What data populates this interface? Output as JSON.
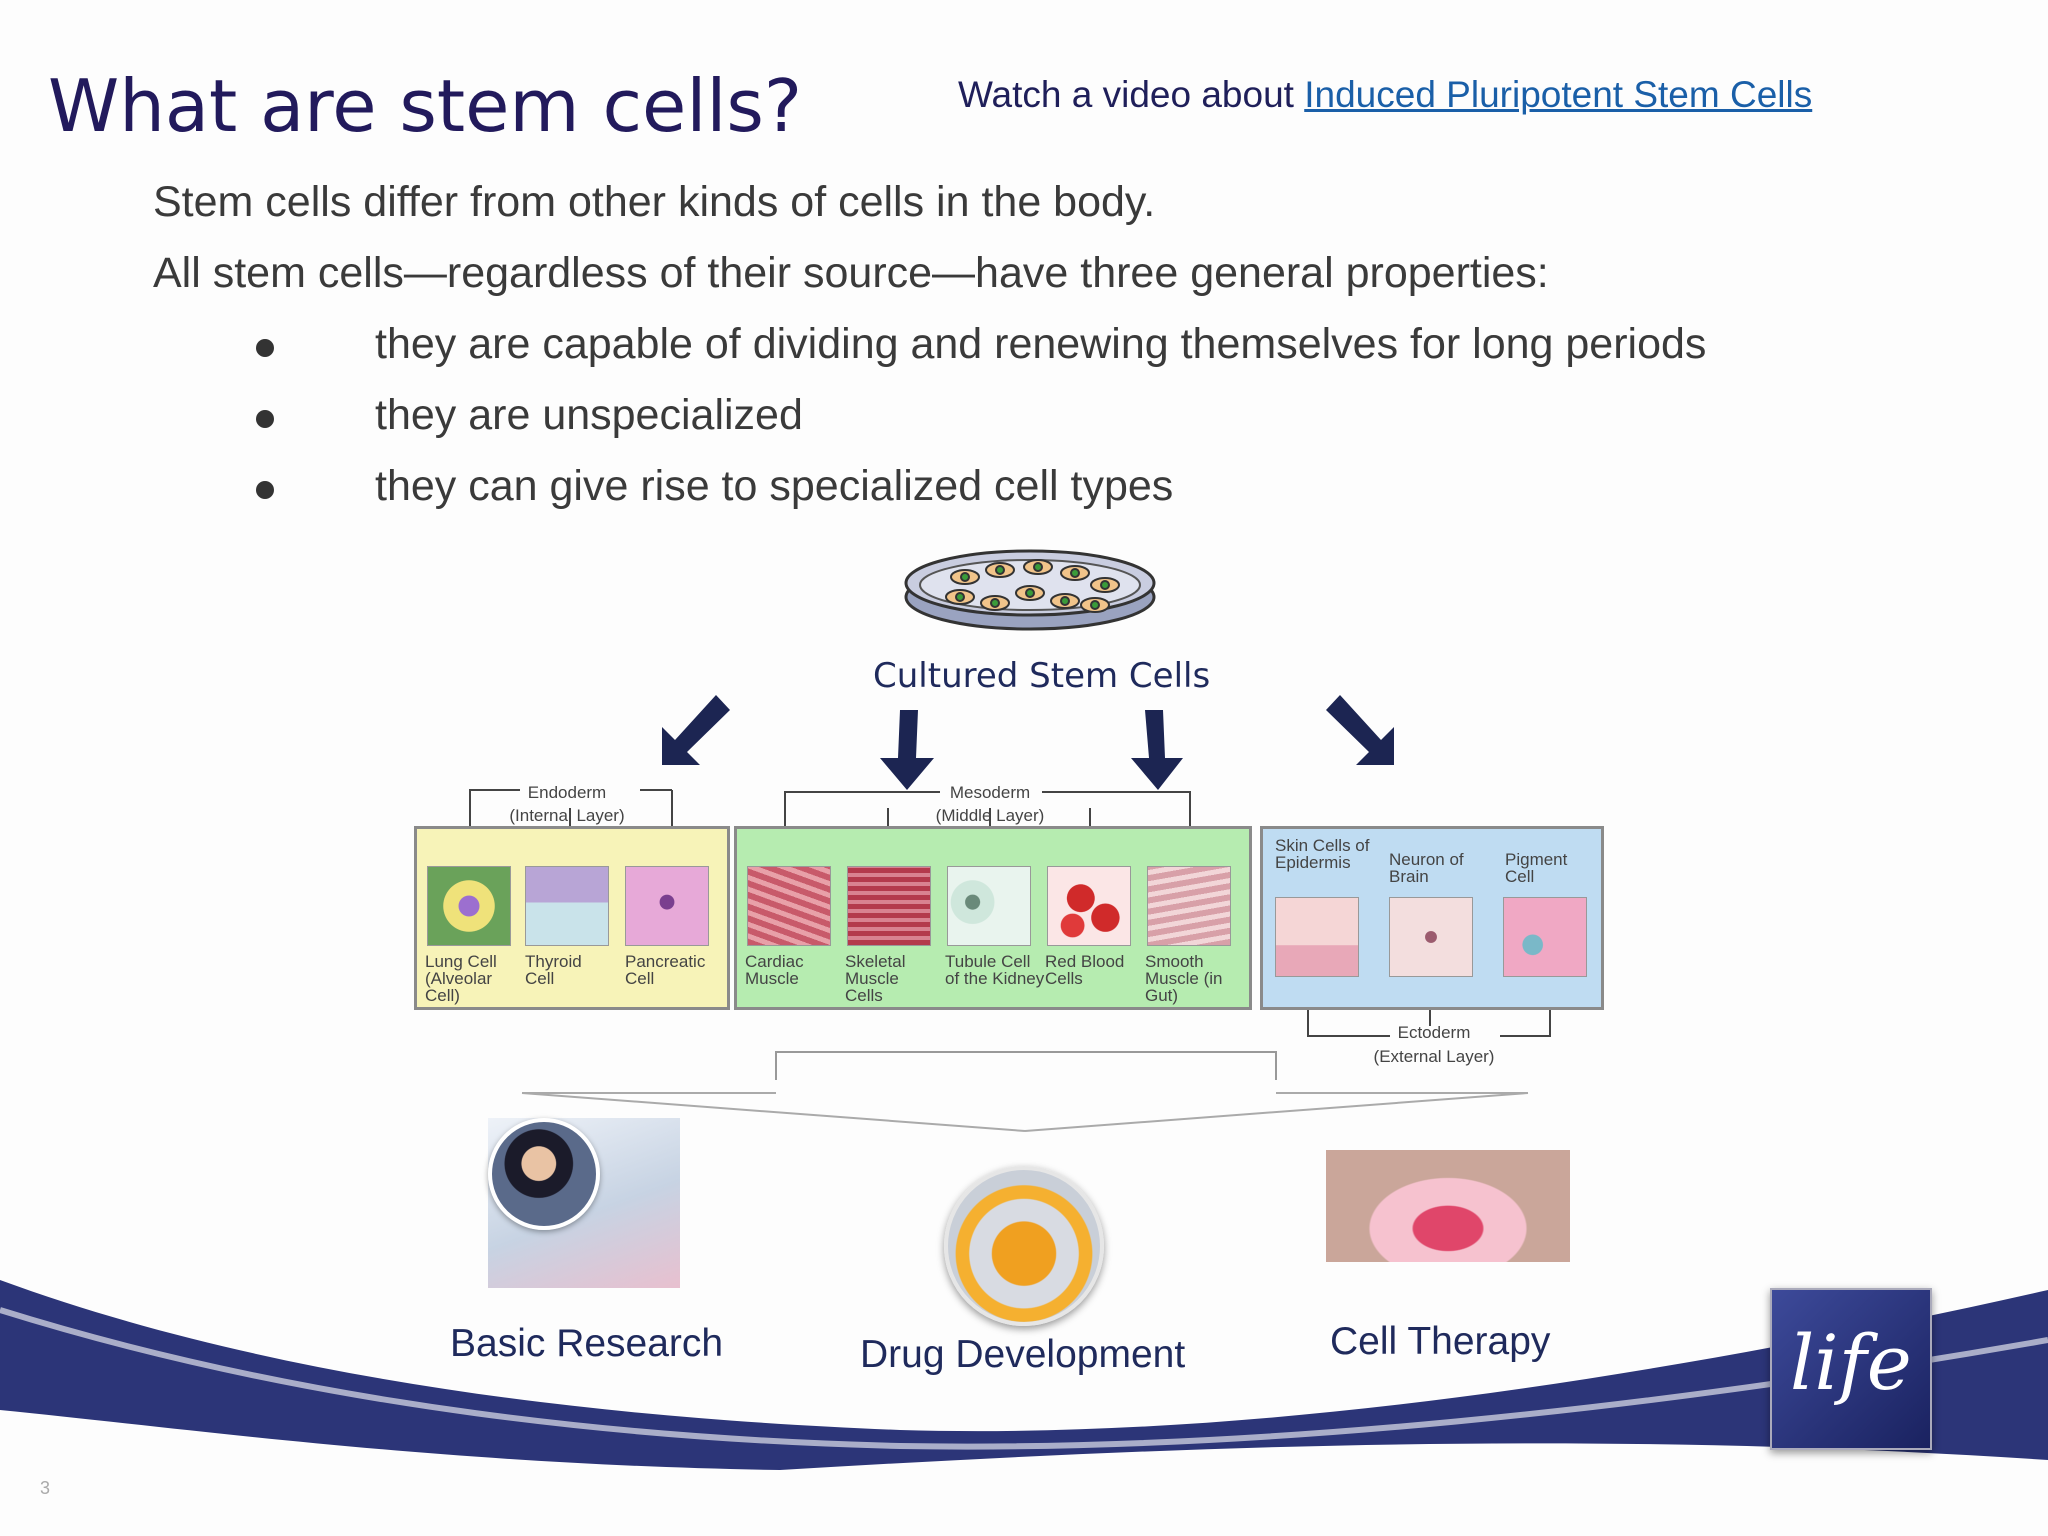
{
  "slide": {
    "title": "What are stem cells?",
    "video_prefix": "Watch a video about ",
    "video_link": "Induced Pluripotent Stem Cells",
    "intro_1": "Stem cells differ from other kinds of cells in the body.",
    "intro_2": "All stem cells—regardless of their source—have three general properties:",
    "bullets": [
      "they are capable of dividing and renewing themselves for long periods",
      "they are unspecialized",
      "they can give rise to specialized cell types"
    ],
    "page_number": "3"
  },
  "diagram": {
    "center_label": "Cultured Stem Cells",
    "endoderm": {
      "title": "Endoderm",
      "sub": "(Internal Layer)",
      "cells": [
        "Lung Cell (Alveolar Cell)",
        "Thyroid Cell",
        "Pancreatic Cell"
      ]
    },
    "mesoderm": {
      "title": "Mesoderm",
      "sub": "(Middle Layer)",
      "cells": [
        "Cardiac Muscle",
        "Skeletal Muscle Cells",
        "Tubule Cell of the Kidney",
        "Red Blood Cells",
        "Smooth Muscle (in Gut)"
      ]
    },
    "ectoderm": {
      "title": "Ectoderm",
      "sub": "(External Layer)",
      "cells": [
        "Skin Cells of Epidermis",
        "Neuron of Brain",
        "Pigment Cell"
      ]
    }
  },
  "applications": [
    "Basic Research",
    "Drug Development",
    "Cell Therapy"
  ],
  "logo_text": "life",
  "colors": {
    "title": "#221a5c",
    "link": "#1a5fa8",
    "arrow": "#1c2552",
    "endoderm_bg": "#f7f3b8",
    "mesoderm_bg": "#b6ecb0",
    "ectoderm_bg": "#bfdcf2",
    "banner": "#2c3578"
  }
}
